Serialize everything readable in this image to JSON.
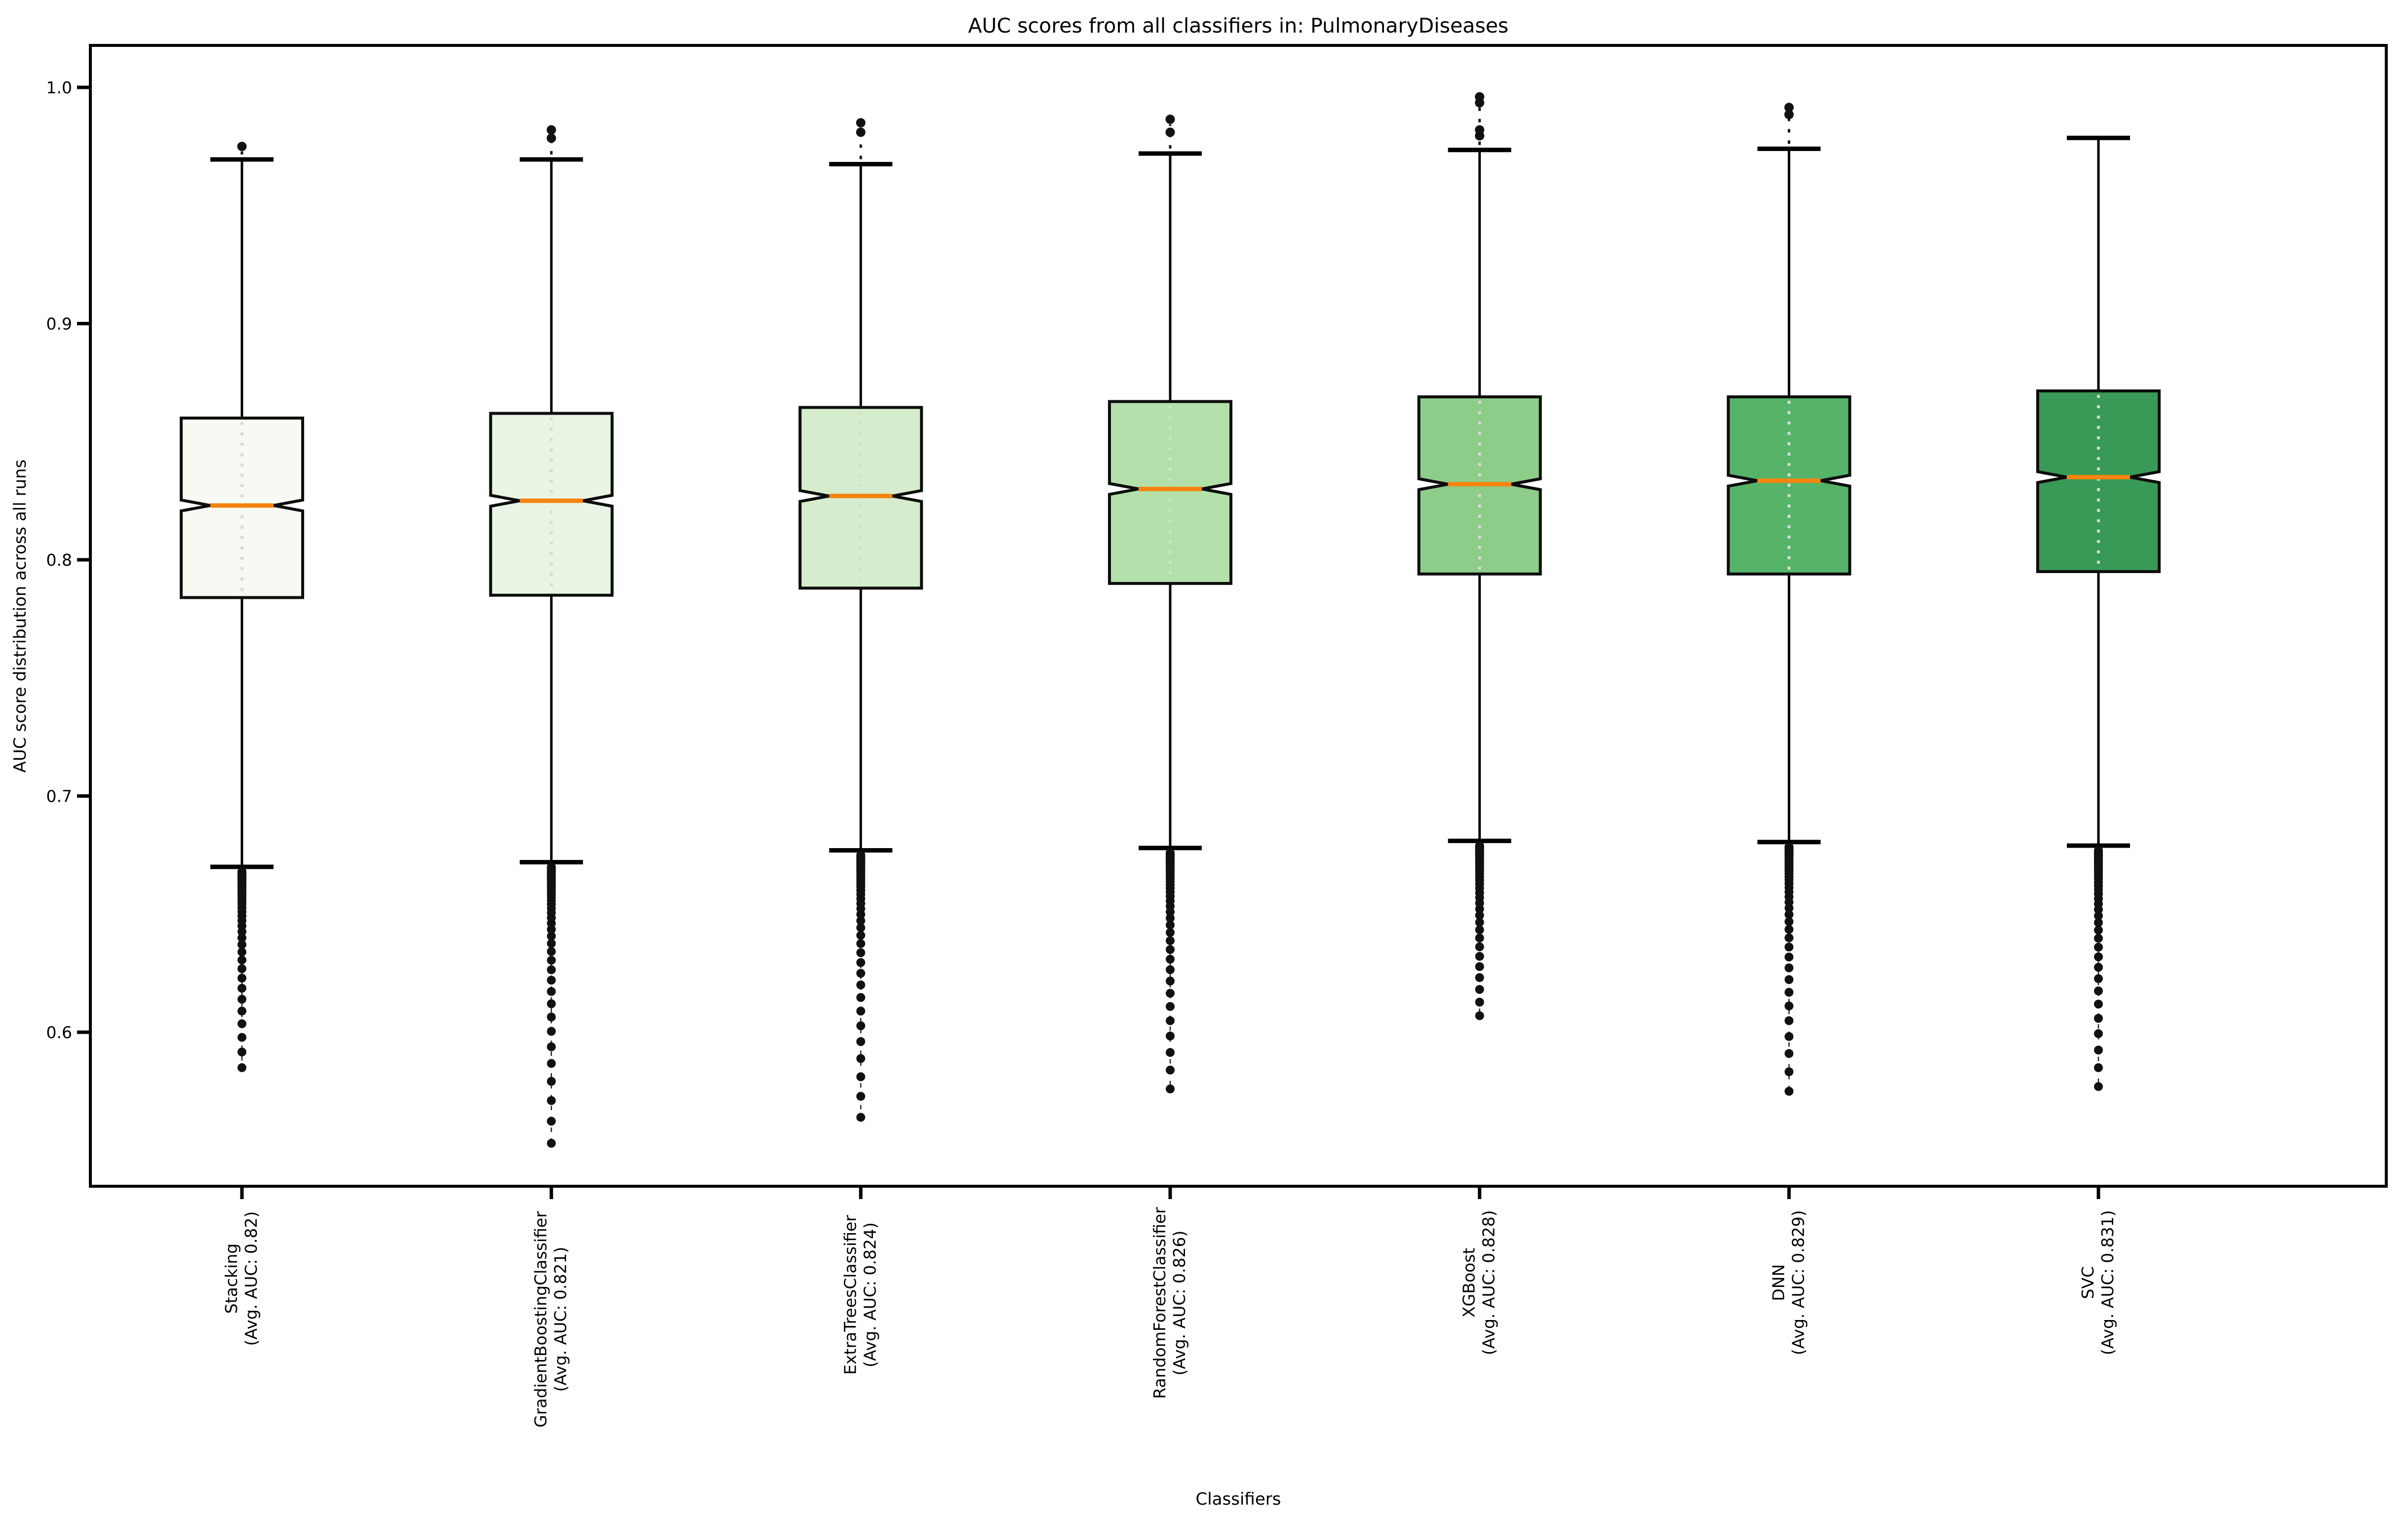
{
  "chart_data": {
    "type": "boxplot",
    "title": "AUC scores from all classifiers in: PulmonaryDiseases",
    "xlabel": "Classifiers",
    "ylabel": "AUC score distribution across all runs",
    "ylim": [
      0.535,
      1.016
    ],
    "yticks": [
      1.0,
      0.9,
      0.8,
      0.7,
      0.6
    ],
    "ytick_labels": [
      "1.0",
      "0.9",
      "0.8",
      "0.7",
      "0.6"
    ],
    "notched": true,
    "grid": false,
    "legend": "none",
    "median_color": "#f58410",
    "box_edge_color": "#0d0d0d",
    "flier_color": "#111111",
    "center_dash_color": "#d7dbd3",
    "series": [
      {
        "name": "Stacking",
        "avg_auc_label": "(Avg. AUC: 0.82)",
        "avg_auc": 0.82,
        "fill": "#f6faf3",
        "q1": 0.784,
        "median": 0.823,
        "q3": 0.86,
        "whisker_low": 0.67,
        "whisker_high": 0.9695,
        "outliers_high": [
          0.975
        ],
        "outliers_low_from": 0.668,
        "outliers_low_min": 0.585
      },
      {
        "name": "GradientBoostingClassifier",
        "avg_auc_label": "(Avg. AUC: 0.821)",
        "avg_auc": 0.821,
        "fill": "#e9f5e4",
        "q1": 0.785,
        "median": 0.825,
        "q3": 0.862,
        "whisker_low": 0.672,
        "whisker_high": 0.9695,
        "outliers_high": [
          0.982,
          0.9785
        ],
        "outliers_low_from": 0.67,
        "outliers_low_min": 0.553
      },
      {
        "name": "ExtraTreesClassifier",
        "avg_auc_label": "(Avg. AUC: 0.824)",
        "avg_auc": 0.824,
        "fill": "#d5edcc",
        "q1": 0.788,
        "median": 0.827,
        "q3": 0.8645,
        "whisker_low": 0.677,
        "whisker_high": 0.9675,
        "outliers_high": [
          0.985,
          0.981
        ],
        "outliers_low_from": 0.675,
        "outliers_low_min": 0.564
      },
      {
        "name": "RandomForestClassifier",
        "avg_auc_label": "(Avg. AUC: 0.826)",
        "avg_auc": 0.826,
        "fill": "#b3e0aa",
        "q1": 0.79,
        "median": 0.83,
        "q3": 0.867,
        "whisker_low": 0.678,
        "whisker_high": 0.972,
        "outliers_high": [
          0.9865,
          0.981
        ],
        "outliers_low_from": 0.676,
        "outliers_low_min": 0.576
      },
      {
        "name": "XGBoost",
        "avg_auc_label": "(Avg. AUC: 0.828)",
        "avg_auc": 0.828,
        "fill": "#8dcc89",
        "q1": 0.794,
        "median": 0.832,
        "q3": 0.869,
        "whisker_low": 0.681,
        "whisker_high": 0.9735,
        "outliers_high": [
          0.996,
          0.9935,
          0.982,
          0.9795
        ],
        "outliers_low_from": 0.679,
        "outliers_low_min": 0.607
      },
      {
        "name": "DNN",
        "avg_auc_label": "(Avg. AUC: 0.829)",
        "avg_auc": 0.829,
        "fill": "#55b468",
        "q1": 0.794,
        "median": 0.8335,
        "q3": 0.869,
        "whisker_low": 0.6805,
        "whisker_high": 0.974,
        "outliers_high": [
          0.9915,
          0.9885
        ],
        "outliers_low_from": 0.6785,
        "outliers_low_min": 0.575
      },
      {
        "name": "SVC",
        "avg_auc_label": "(Avg. AUC: 0.831)",
        "avg_auc": 0.831,
        "fill": "#399957",
        "q1": 0.795,
        "median": 0.835,
        "q3": 0.8715,
        "whisker_low": 0.679,
        "whisker_high": 0.9786,
        "outliers_high": [],
        "outliers_low_from": 0.677,
        "outliers_low_min": 0.577
      }
    ]
  }
}
